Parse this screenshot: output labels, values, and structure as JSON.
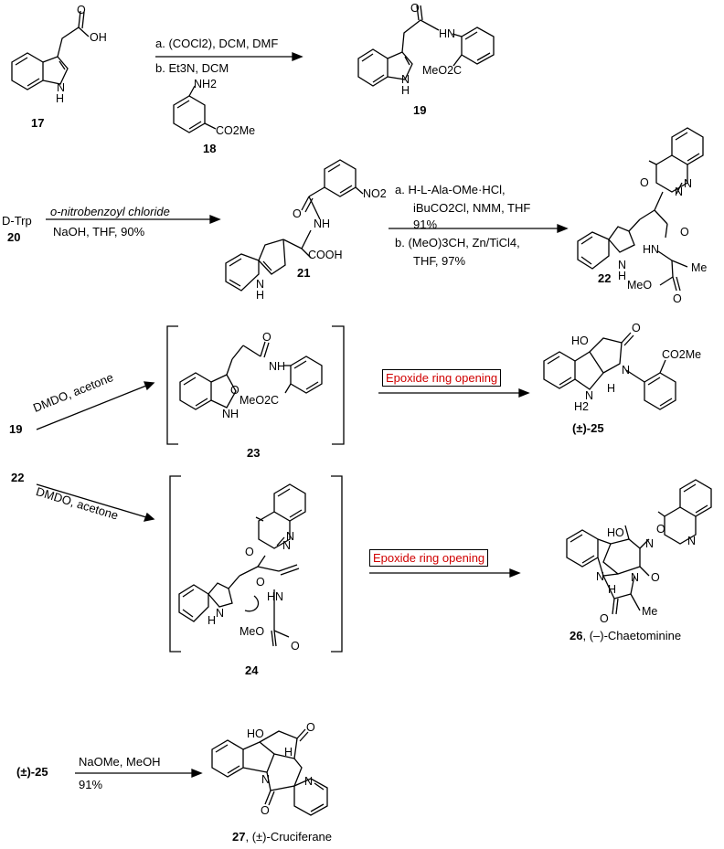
{
  "compounds": {
    "c17": "17",
    "c18": "18",
    "c19": "19",
    "c20": "20",
    "c21": "21",
    "c22": "22",
    "c23": "23",
    "c24": "24",
    "c25": "(±)-25",
    "c26_num": "26",
    "c26_name": ", (–)-Chaetominine",
    "c27_num": "27",
    "c27_name": ", (±)-Cruciferane"
  },
  "starting": {
    "dtrp": "D-Trp",
    "s19": "19",
    "s22": "22",
    "s25": "(±)-25"
  },
  "reagents": {
    "r1a": "a. (COCl2), DCM, DMF",
    "r1b": "b. Et3N, DCM",
    "r2a": "o-nitrobenzoyl chloride",
    "r2b": "NaOH, THF, 90%",
    "r3a": "a. H-L-Ala-OMe·HCl,",
    "r3b": "iBuCO2Cl, NMM, THF",
    "r3c": "91%",
    "r3d": "b. (MeO)3CH, Zn/TiCl4,",
    "r3e": "THF, 97%",
    "r4": "DMDO, acetone",
    "r5": "DMDO, acetone",
    "r6a": "NaOMe, MeOH",
    "r6b": "91%"
  },
  "annotations": {
    "epox1": "Epoxide ring opening",
    "epox2": "Epoxide ring opening"
  },
  "atoms": {
    "oh": "OH",
    "o": "O",
    "nh": "NH",
    "h_n": "H",
    "nh2": "NH2",
    "co2me": "CO2Me",
    "meo2c": "MeO2C",
    "no2": "NO2",
    "cooh": "COOH",
    "n": "N",
    "ho": "HO",
    "h": "H",
    "me": "Me",
    "meo": "MeO",
    "hn": "HN",
    "o_epox": "O"
  },
  "colors": {
    "annotation_text": "#d00000"
  }
}
